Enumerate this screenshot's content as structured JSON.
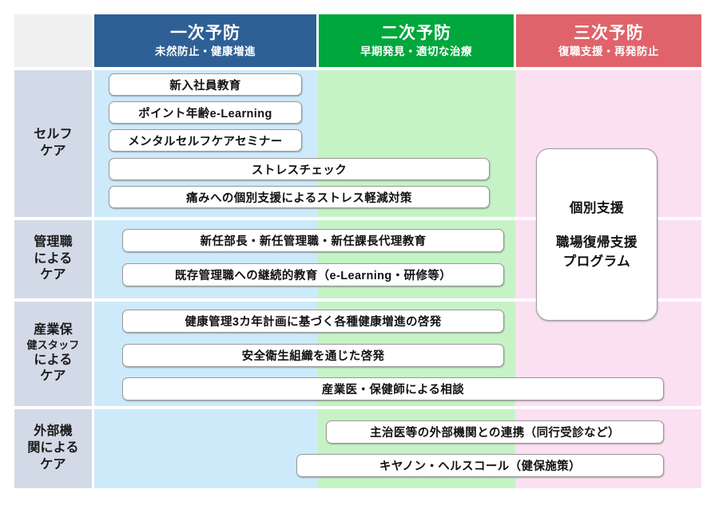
{
  "columns": [
    {
      "key": "primary",
      "title": "一次予防",
      "subtitle": "未然防止・健康増進",
      "color": "#2e6096"
    },
    {
      "key": "secondary",
      "title": "二次予防",
      "subtitle": "早期発見・適切な治療",
      "color": "#00a73c"
    },
    {
      "key": "tertiary",
      "title": "三次予防",
      "subtitle": "復職支援・再発防止",
      "color": "#e0636b"
    }
  ],
  "rows": [
    {
      "key": "self-care",
      "line1": "セルフ",
      "line2": "ケア",
      "line3": "",
      "line4": ""
    },
    {
      "key": "manager-care",
      "line1": "管理職",
      "line2": "による",
      "line3": "ケア",
      "line4": ""
    },
    {
      "key": "health-staff-care",
      "line1": "産業保",
      "line2": "健スタッフ",
      "line3": "による",
      "line4": "ケア"
    },
    {
      "key": "external-care",
      "line1": "外部機",
      "line2": "関による",
      "line3": "ケア",
      "line4": ""
    }
  ],
  "items": [
    {
      "id": "new-employee-education",
      "label": "新入社員教育"
    },
    {
      "id": "point-age-elearning",
      "label": "ポイント年齢e-Learning"
    },
    {
      "id": "mental-self-care-seminar",
      "label": "メンタルセルフケアセミナー"
    },
    {
      "id": "stress-check",
      "label": "ストレスチェック"
    },
    {
      "id": "pain-individual-support",
      "label": "痛みへの個別支援によるストレス軽減対策"
    },
    {
      "id": "new-manager-education",
      "label": "新任部長・新任管理職・新任課長代理教育"
    },
    {
      "id": "existing-manager-education",
      "label": "既存管理職への継続的教育（e-Learning・研修等）"
    },
    {
      "id": "health-3year-plan",
      "label": "健康管理3カ年計画に基づく各種健康増進の啓発"
    },
    {
      "id": "safety-health-organization",
      "label": "安全衛生組織を通じた啓発"
    },
    {
      "id": "occupational-doctor-consult",
      "label": "産業医・保健師による相談"
    },
    {
      "id": "external-coordination",
      "label": "主治医等の外部機関との連携（同行受診など）"
    },
    {
      "id": "canon-health-call",
      "label": "キヤノン・ヘルスコール（健保施策）"
    }
  ],
  "tertiary_box": {
    "line1": "個別支援",
    "line2": "職場復帰支援\nプログラム",
    "line2_a": "職場復帰支援",
    "line2_b": "プログラム"
  },
  "palette": {
    "band_primary": "#cdeafb",
    "band_secondary": "#c6f3c6",
    "band_tertiary": "#fbe0f1",
    "row_label_bg": "#d3dae7",
    "corner_bg": "#f0f0f0"
  }
}
